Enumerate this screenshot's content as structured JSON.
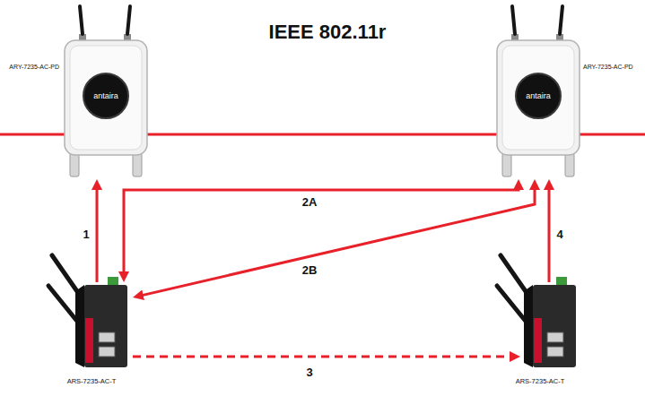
{
  "diagram": {
    "title": "IEEE 802.11r",
    "nodes": [
      {
        "text": [
          "ARY-7235-AC-PD",
          "antaira"
        ]
      },
      {
        "text": [
          "ARY-7235-AC-PD",
          "antaira"
        ]
      },
      {
        "text": [
          "ARS-7235-AC-T"
        ]
      },
      {
        "text": [
          "ARS-7235-AC-T"
        ]
      }
    ],
    "edges": [
      {
        "from": 2,
        "to": 0,
        "arrow": "to",
        "label": "1"
      },
      {
        "from": 2,
        "to": 1,
        "arrow": "both",
        "label": "2A"
      },
      {
        "from": 1,
        "to": 2,
        "arrow": "both",
        "label": "2B"
      },
      {
        "from": 2,
        "to": 3,
        "arrow": "to",
        "label": "3"
      },
      {
        "from": 3,
        "to": 1,
        "arrow": "to",
        "label": "4"
      }
    ]
  }
}
